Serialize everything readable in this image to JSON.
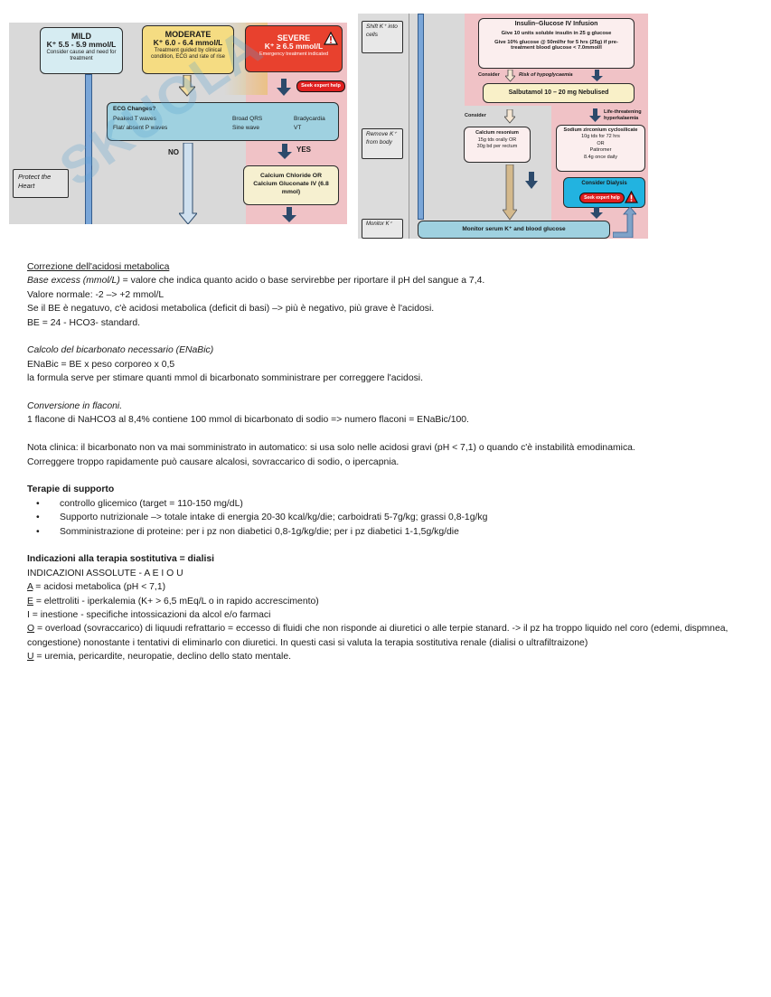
{
  "figure_left": {
    "mild": {
      "title": "MILD",
      "range": "K⁺ 5.5 - 5.9 mmol/L",
      "note": "Consider cause and need for treatment"
    },
    "moderate": {
      "title": "MODERATE",
      "range": "K⁺ 6.0 - 6.4 mmol/L",
      "note": "Treatment guided by clinical condition, ECG and rate of rise"
    },
    "severe": {
      "title": "SEVERE",
      "range": "K⁺ ≥ 6.5 mmol/L",
      "note": "Emergency treatment indicated",
      "help": "Seek expert help"
    },
    "ecg": {
      "title": "ECG Changes?",
      "c1a": "Peaked T waves",
      "c1b": "Flat/ absent P waves",
      "c2a": "Broad QRS",
      "c2b": "Sine wave",
      "c3a": "Bradycardia",
      "c3b": "VT"
    },
    "no": "NO",
    "yes": "YES",
    "protect": "Protect the Heart",
    "calcium": "Calcium Chloride OR Calcium Gluconate IV (6.8 mmol)"
  },
  "figure_right": {
    "shift": "Shift K⁺ into cells",
    "insulin_title": "Insulin–Glucose IV Infusion",
    "insulin_l1": "Give 10 units soluble insulin in 25 g glucose",
    "insulin_l2": "Give 10% glucose @ 50ml/hr for 5 hrs (25g) if pre-treatment blood glucose < 7.0mmol/l",
    "consider1": "Consider",
    "hypo": "Risk of hypoglycaemia",
    "salbutamol": "Salbutamol 10 – 20 mg Nebulised",
    "consider2": "Consider",
    "lifethreat": "Life-threatening hyperkalaemia",
    "remove": "Remove K⁺ from body",
    "calres_title": "Calcium resonium",
    "calres_l1": "15g tds orally OR",
    "calres_l2": "30g bd per rectum",
    "szc_title": "Sodium zirconium cyclosilicate",
    "szc_l1": "10g tds for 72 hrs",
    "szc_l2": "OR",
    "szc_l3": "Patiromer",
    "szc_l4": "8.4g once daily",
    "dialysis": "Consider Dialysis",
    "help": "Seek expert help",
    "monitor_side": "Monitor K⁺",
    "monitor": "Monitor serum K⁺ and blood glucose"
  },
  "doc": {
    "h1": "Correzione dell'acidosi metabolica",
    "be_label": "Base excess (mmol/L)",
    "be_text": " = valore che indica quanto acido o base servirebbe per riportare il pH del sangue a 7,4.",
    "normal": "Valore normale: -2 –> +2 mmol/L",
    "neg": "Se il BE è negatuvo, c'è acidosi metabolica (deficit di basi) –> più è negativo, più grave è l'acidosi.",
    "formula_be": "BE = 24 - HCO3- standard.",
    "calc_title": "Calcolo del bicarbonato necessario (ENaBic)",
    "calc_formula": "ENaBic = BE x peso corporeo x 0,5",
    "calc_text": "la formula serve per stimare quanti mmol di bicarbonato somministrare per correggere l'acidosi.",
    "conv_title": "Conversione in flaconi.",
    "conv_text": "1 flacone di NaHCO3 al 8,4% contiene 100 mmol di bicarbonato di sodio => numero flaconi = ENaBic/100.",
    "nota1": "Nota clinica: il bicarbonato non va mai somministrato in automatico: si usa solo nelle acidosi gravi (pH < 7,1) o quando c'è instabilità emodinamica.",
    "nota2": "Correggere troppo rapidamente può causare alcalosi, sovraccarico di sodio, o ipercapnia.",
    "supp_title": "Terapie di supporto",
    "bullet": "•",
    "supp": [
      "controllo glicemico (target = 110-150 mg/dL)",
      "Supporto nutrizionale –> totale intake di energia 20-30 kcal/kg/die; carboidrati 5-7g/kg; grassi 0,8-1g/kg",
      "Somministrazione di proteine: per i pz non diabetici 0,8-1g/kg/die; per i pz diabetici 1-1,5g/kg/die"
    ],
    "dial_title": "Indicazioni alla terapia sostitutiva = dialisi",
    "dial_sub": "INDICAZIONI ASSOLUTE - A E I O U",
    "a_letter": "A",
    "a_text": " = acidosi metabolica (pH < 7,1)",
    "e_letter": "E",
    "e_text": " = elettroliti - iperkalemia (K+ > 6,5 mEq/L o in rapido accrescimento)",
    "i_text": "I = inestione - specifiche intossicazioni da alcol e/o farmaci",
    "o_letter": "O",
    "o_text": " = overload (sovraccarico) di liquudi refrattario = eccesso di fluidi che non risponde ai diuretici o alle terpie stanard. -> il pz ha troppo liquido nel coro (edemi, dispmnea, congestione) nonostante i tentativi di eliminarlo con diuretici. In questi casi si valuta la terapia sostitutiva renale (dialisi o ultrafiltraizone)",
    "u_letter": "U",
    "u_text": " = uremia, pericardite, neuropatie, declino dello stato mentale."
  }
}
